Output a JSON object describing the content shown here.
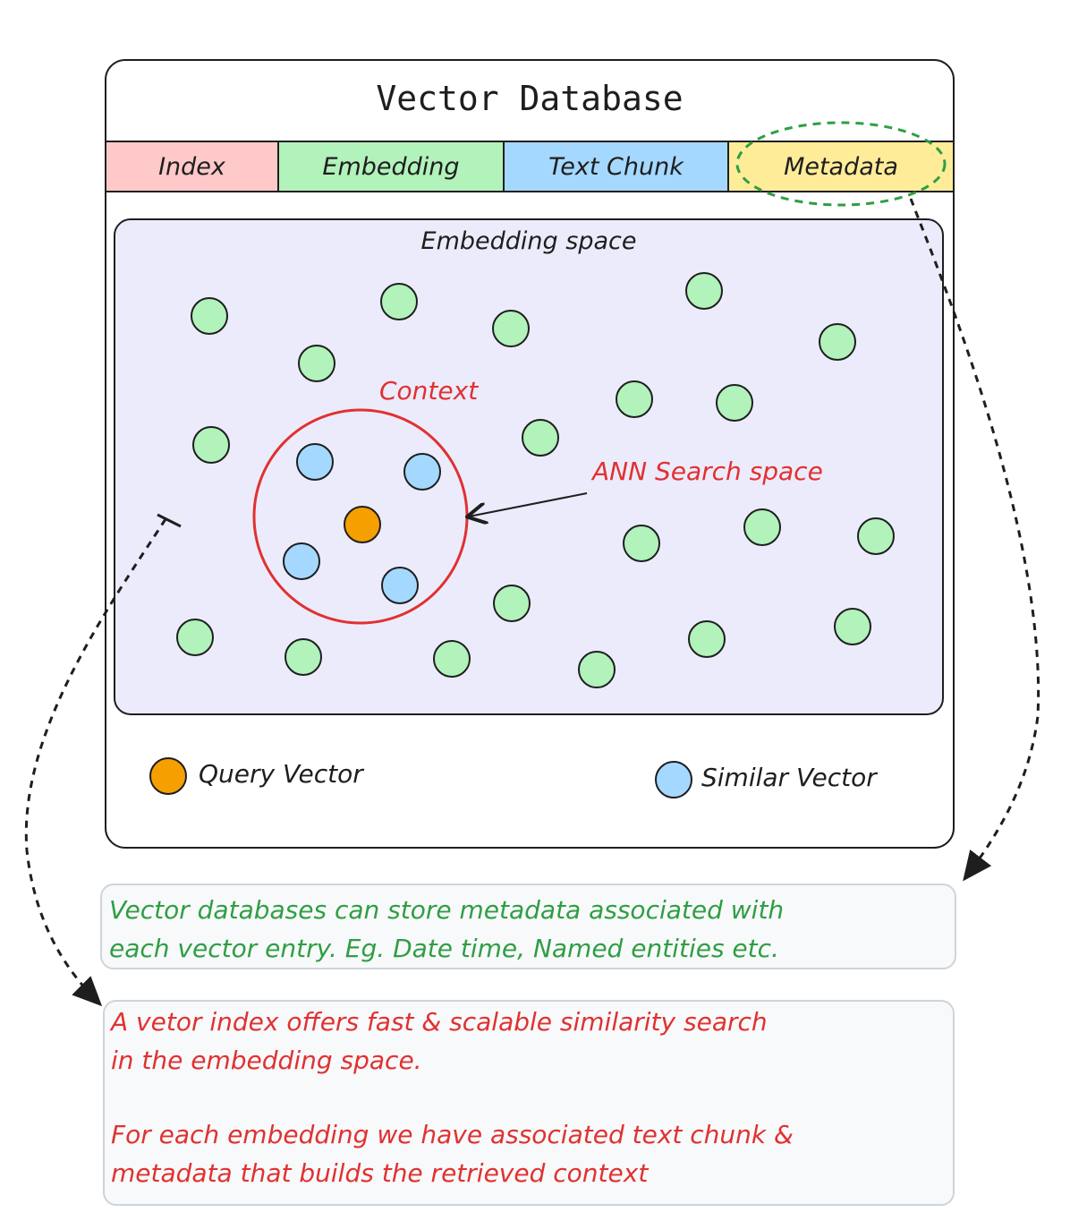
{
  "title": "Vector Database",
  "fields": [
    {
      "label": "Index",
      "color": "#ffc9c9"
    },
    {
      "label": "Embedding",
      "color": "#b2f2bb"
    },
    {
      "label": "Text Chunk",
      "color": "#a5d8ff"
    },
    {
      "label": "Metadata",
      "color": "#ffec99"
    }
  ],
  "embedding_space": {
    "label": "Embedding space",
    "context_label": "Context",
    "ann_label": "ANN Search space"
  },
  "legend": {
    "query": "Query Vector",
    "similar": "Similar Vector"
  },
  "colors": {
    "green": "#b2f2bb",
    "blue": "#a5d8ff",
    "orange": "#f59f00",
    "red": "#e03131",
    "space": "#ecebfb",
    "note_green": "#2f9e44"
  },
  "notes": {
    "metadata_line1": "Vector databases can store metadata associated with",
    "metadata_line2": "each vector entry. Eg. Date time, Named entities etc.",
    "index_line1": "A vetor index offers fast & scalable similarity search",
    "index_line2": "in the embedding space.",
    "index_line3": "For each embedding we have associated text chunk &",
    "index_line4": "metadata that builds the retrieved context"
  }
}
